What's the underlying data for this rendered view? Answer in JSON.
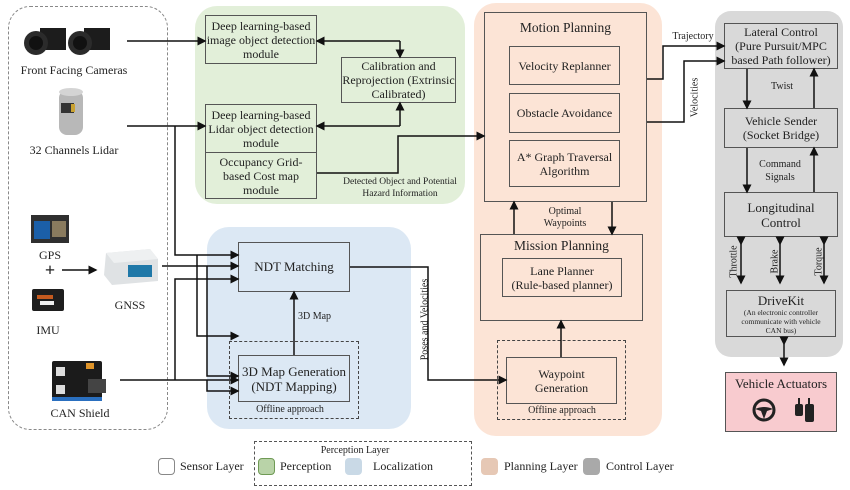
{
  "colors": {
    "perception": "#e2efd9",
    "localization": "#dce8f4",
    "planning": "#fce4d6",
    "control": "#d9d9d9",
    "actuators": "#f8cbcf",
    "perception_legend": "#b9d3a8",
    "localization_legend": "#c9d9e6",
    "planning_legend": "#e6c8b5",
    "control_legend": "#a9a9a9"
  },
  "sensors": {
    "cameras": {
      "label": "Front Facing Cameras",
      "icon": "camera-icon"
    },
    "lidar": {
      "label": "32 Channels Lidar",
      "icon": "lidar-icon"
    },
    "gps": {
      "label": "GPS",
      "icon": "gps-board-icon"
    },
    "plus": "+",
    "imu": {
      "label": "IMU",
      "icon": "imu-icon"
    },
    "gnss": {
      "label": "GNSS",
      "icon": "gnss-receiver-icon"
    },
    "can": {
      "label": "CAN Shield",
      "icon": "can-shield-icon"
    }
  },
  "perception": {
    "image_detection": "Deep learning-based image object detection module",
    "calibration": "Calibration and Reprojection (Extrinsic Calibrated)",
    "lidar_detection": "Deep learning-based Lidar object detection module",
    "occupancy": "Occupancy Grid-based Cost map module",
    "hazard_label_1": "Detected Object and Potential",
    "hazard_label_2": "Hazard Information"
  },
  "localization": {
    "ndt_matching": "NDT Matching",
    "map_label": "3D Map",
    "map_generation_1": "3D Map Generation",
    "map_generation_2": "(NDT Mapping)",
    "offline": "Offline approach",
    "poses_label": "Poses and Velocities"
  },
  "planning": {
    "motion_title": "Motion Planning",
    "velocity_replanner": "Velocity Replanner",
    "obstacle_avoidance": "Obstacle Avoidance",
    "astar_1": "A* Graph Traversal",
    "astar_2": "Algorithm",
    "optimal_1": "Optimal",
    "optimal_2": "Waypoints",
    "mission_title": "Mission Planning",
    "lane_planner_1": "Lane Planner",
    "lane_planner_2": "(Rule-based planner)",
    "waypoint_1": "Waypoint",
    "waypoint_2": "Generation",
    "offline": "Offline approach",
    "trajectory_label": "Trajectory",
    "velocities_label": "Velocities"
  },
  "control": {
    "lateral_1": "Lateral Control",
    "lateral_2": "(Pure Pursuit/MPC",
    "lateral_3": "based Path follower)",
    "twist": "Twist",
    "sender_1": "Vehicle Sender",
    "sender_2": "(Socket Bridge)",
    "command_1": "Command",
    "command_2": "Signals",
    "longitudinal_1": "Longitudinal",
    "longitudinal_2": "Control",
    "throttle": "Throttle",
    "brake": "Brake",
    "torque": "Torque",
    "drivekit_title": "DriveKit",
    "drivekit_1": "(An electronic controller",
    "drivekit_2": "communicate with vehicle",
    "drivekit_3": "CAN bus)",
    "actuators": "Vehicle Actuators"
  },
  "legend": {
    "group_title": "Perception Layer",
    "items": [
      {
        "label": "Sensor Layer"
      },
      {
        "label": "Perception"
      },
      {
        "label": "Localization"
      },
      {
        "label": "Planning Layer"
      },
      {
        "label": "Control Layer"
      }
    ]
  }
}
